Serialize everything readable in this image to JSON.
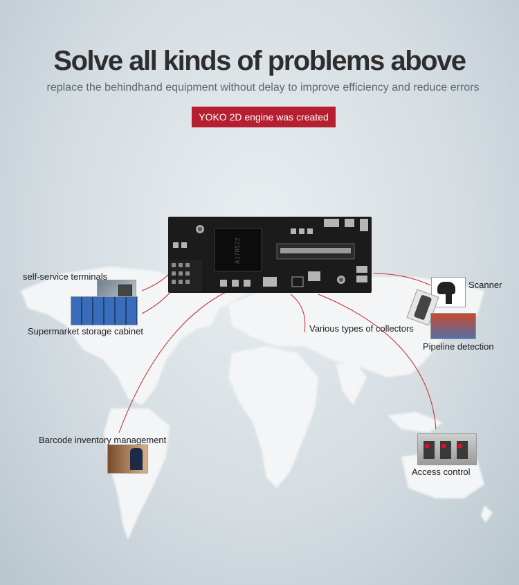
{
  "header": {
    "title": "Solve all kinds of problems above",
    "subtitle": "replace the behindhand equipment without delay to improve efficiency and reduce errors",
    "badge": "YOKO 2D engine was created"
  },
  "module": {
    "chip_marking": "A170522"
  },
  "applications": {
    "self_service": "self-service terminals",
    "supermarket": "Supermarket storage cabinet",
    "collectors": "Various types of collectors",
    "barcode": "Barcode inventory management",
    "scanner": "Scanner",
    "pipeline": "Pipeline detection",
    "access": "Access control"
  },
  "colors": {
    "accent": "#b51f30",
    "connector": "#c62828",
    "continent": "#f3f5f6"
  }
}
